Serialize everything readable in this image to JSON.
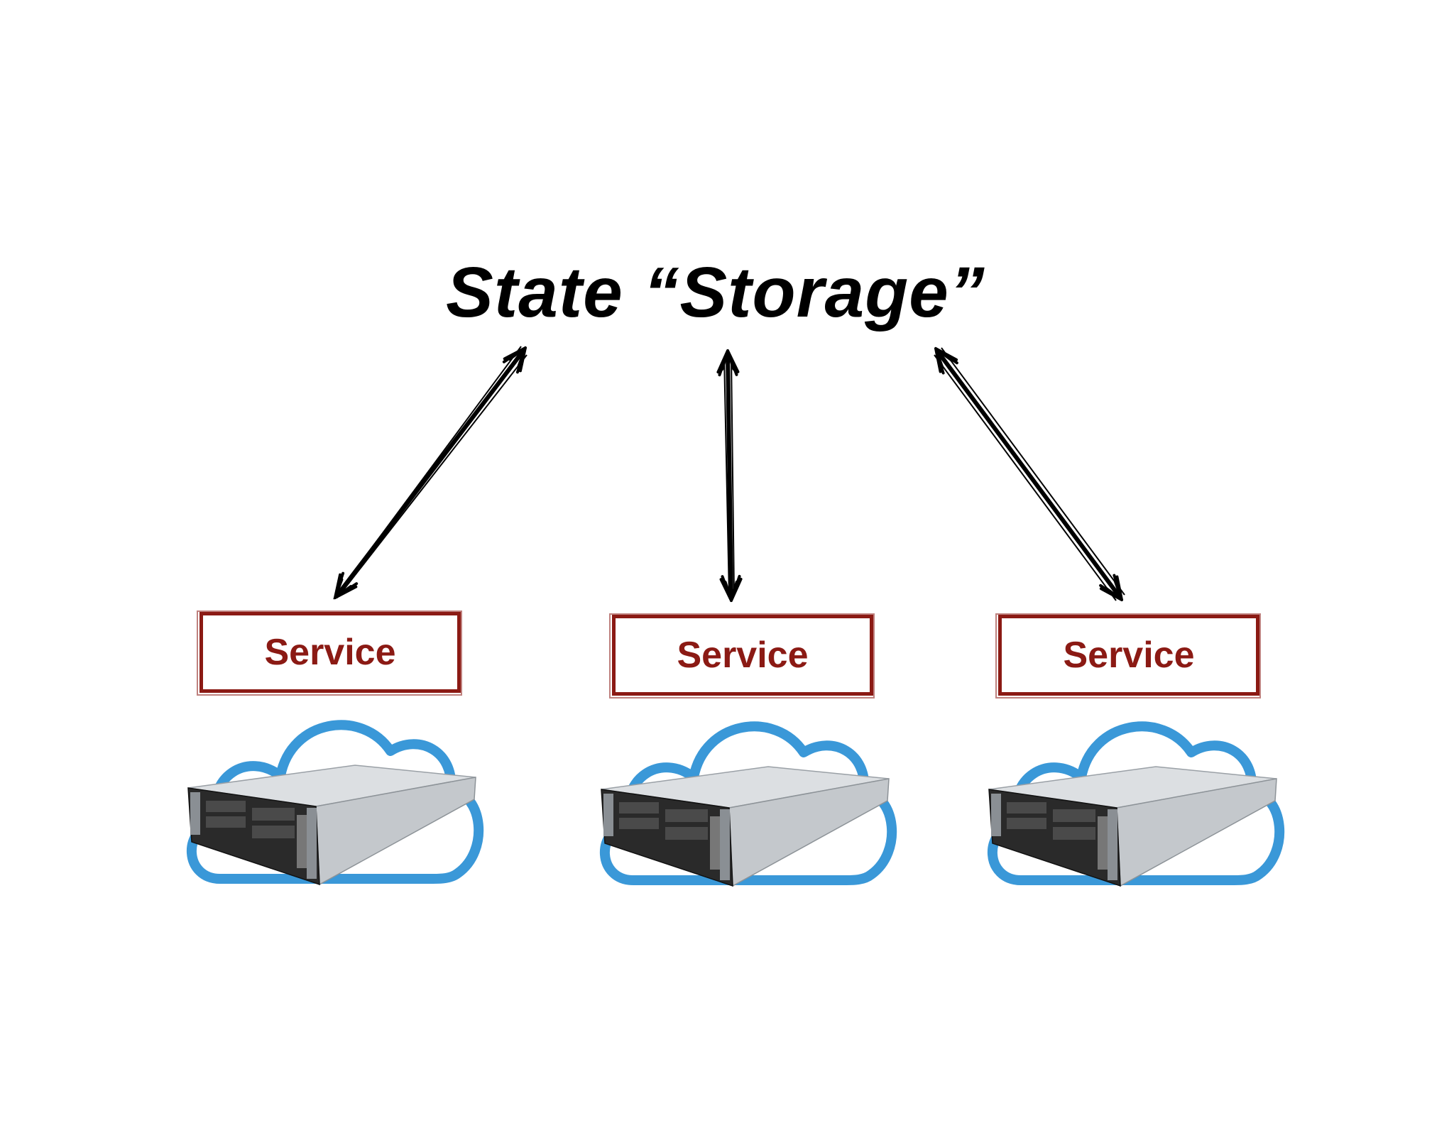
{
  "title": "State “Storage”",
  "services": [
    {
      "label": "Service"
    },
    {
      "label": "Service"
    },
    {
      "label": "Service"
    }
  ],
  "colors": {
    "title": "#000000",
    "service_border": "#8b1a14",
    "service_text": "#8b1a14",
    "cloud": "#3a98d8",
    "server_body": "#c9ccd0",
    "server_front": "#2a2a2a"
  },
  "icons": [
    "double-arrow",
    "cloud-icon",
    "rack-server-icon"
  ]
}
